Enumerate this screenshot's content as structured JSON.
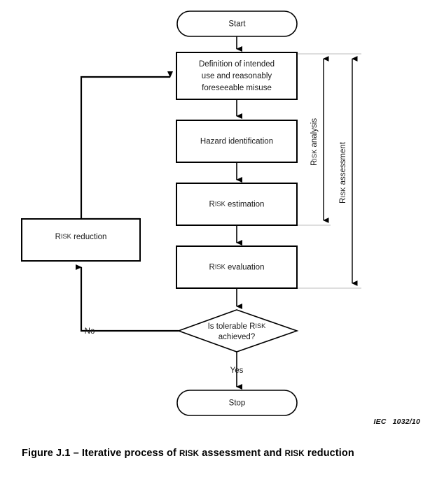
{
  "figure": {
    "caption_prefix": "Figure J.1 – Iterative process of ",
    "caption_sc1": "RISK",
    "caption_mid": " assessment and ",
    "caption_sc2": "RISK",
    "caption_suffix": " reduction",
    "caption_full": "Figure J.1 – Iterative process of RISK assessment and RISK reduction",
    "source_label": "IEC",
    "source_number": "1032/10"
  },
  "diagram": {
    "type": "flowchart",
    "colors": {
      "stroke": "#000000",
      "fill": "#ffffff",
      "text": "#1a1a1a",
      "leader": "#bdbdbd"
    },
    "nodes": [
      {
        "id": "start",
        "shape": "stadium",
        "label": "Start",
        "lines": [
          "Start"
        ]
      },
      {
        "id": "definition",
        "shape": "rect",
        "label": "Definition of intended use and reasonably foreseeable misuse",
        "lines": [
          "Definition of intended",
          "use and reasonably",
          "foreseeable misuse"
        ]
      },
      {
        "id": "hazard",
        "shape": "rect",
        "label": "Hazard identification",
        "lines": [
          "Hazard identification"
        ]
      },
      {
        "id": "estimation",
        "shape": "rect",
        "label": "RISK estimation",
        "smallcaps_head": "R",
        "smallcaps_tail": "ISK",
        "rest": " estimation"
      },
      {
        "id": "evaluation",
        "shape": "rect",
        "label": "RISK evaluation",
        "smallcaps_head": "R",
        "smallcaps_tail": "ISK",
        "rest": " evaluation"
      },
      {
        "id": "decision",
        "shape": "diamond",
        "label": "Is tolerable RISK achieved?",
        "line1_pre": "Is tolerable ",
        "line1_sc_head": "R",
        "line1_sc_tail": "ISK",
        "line2": "achieved?"
      },
      {
        "id": "reduction",
        "shape": "rect",
        "label": "RISK reduction",
        "smallcaps_head": "R",
        "smallcaps_tail": "ISK",
        "rest": " reduction"
      },
      {
        "id": "stop",
        "shape": "stadium",
        "label": "Stop",
        "lines": [
          "Stop"
        ]
      }
    ],
    "edge_labels": {
      "no": "No",
      "yes": "Yes"
    },
    "brackets": [
      {
        "id": "risk-analysis",
        "label": "Risk analysis",
        "sc_head": "R",
        "sc_tail": "ISK",
        "rest": " analysis",
        "spans": [
          "definition",
          "hazard",
          "estimation"
        ]
      },
      {
        "id": "risk-assessment",
        "label": "Risk assessment",
        "sc_head": "R",
        "sc_tail": "ISK",
        "rest": " assessment",
        "spans": [
          "definition",
          "hazard",
          "estimation",
          "evaluation"
        ]
      }
    ]
  }
}
